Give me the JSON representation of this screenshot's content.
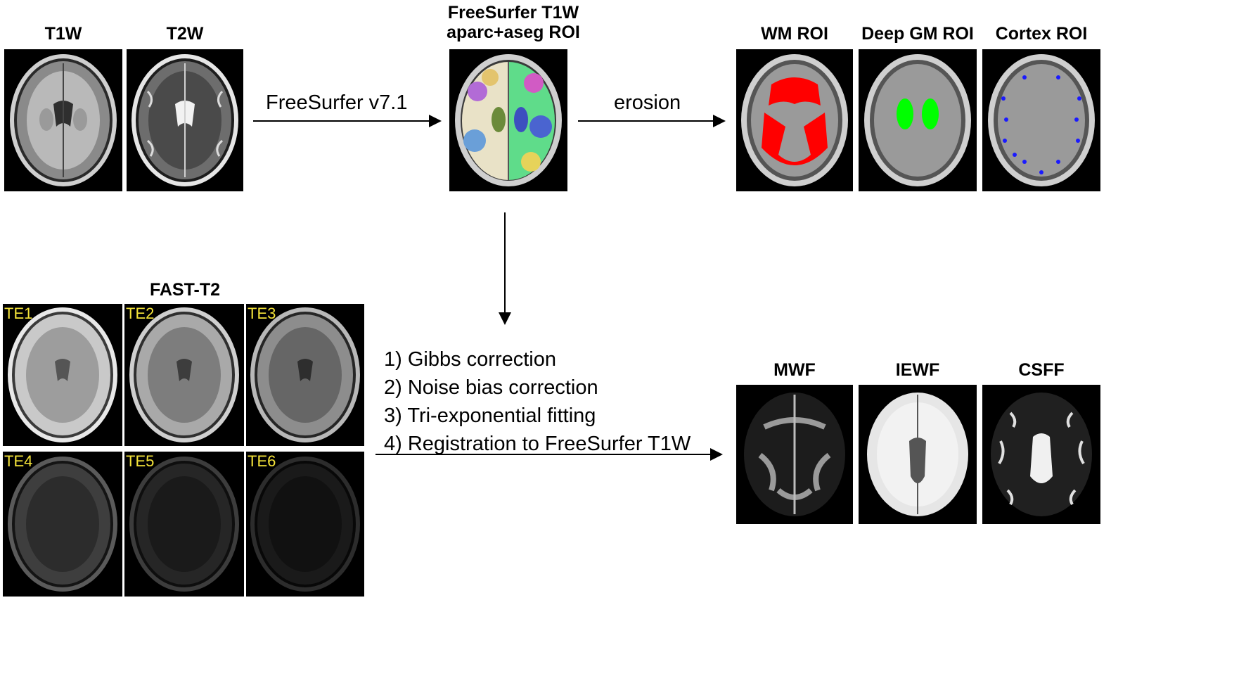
{
  "top": {
    "t1w_title": "T1W",
    "t2w_title": "T2W",
    "freesurfer_title_1": "FreeSurfer T1W",
    "freesurfer_title_2": "aparc+aseg ROI",
    "wm_title": "WM ROI",
    "deepgm_title": "Deep GM ROI",
    "cortex_title": "Cortex ROI",
    "edge1_label": "FreeSurfer v7.1",
    "edge2_label": "erosion"
  },
  "fast_t2": {
    "title": "FAST-T2",
    "echoes": [
      "TE1",
      "TE2",
      "TE3",
      "TE4",
      "TE5",
      "TE6"
    ]
  },
  "processing_steps": [
    "1) Gibbs correction",
    "2) Noise bias correction",
    "3) Tri-exponential fitting",
    "4) Registration to FreeSurfer T1W"
  ],
  "maps": {
    "mwf_title": "MWF",
    "iewf_title": "IEWF",
    "csff_title": "CSFF"
  },
  "colors": {
    "wm_roi": "#ff0000",
    "deep_gm_roi": "#00ff00",
    "cortex_roi": "#1a1aff",
    "te_label": "#f5e43a"
  }
}
